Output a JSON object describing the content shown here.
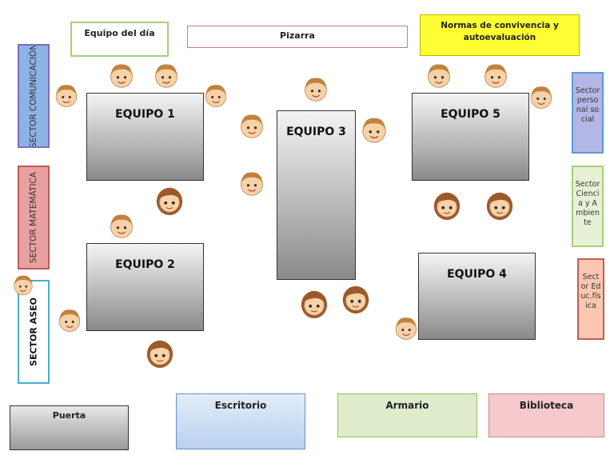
{
  "labels": {
    "equipo_dia": "Equipo del día",
    "pizarra": "Pizarra",
    "normas": "Normas de convivencia y autoevaluación",
    "puerta": "Puerta",
    "escritorio": "Escritorio",
    "armario": "Armario",
    "biblioteca": "Biblioteca"
  },
  "sectors": {
    "comunicacion": "SECTOR COMUNICACIÓN",
    "matematica": "SECTOR MATEMÁTICA",
    "aseo": "SECTOR ASEO",
    "personal_social": "Sector personal social",
    "ciencia": "Sector Ciencia y Ambiente",
    "educ_fisica": "Sector Educ.física"
  },
  "teams": {
    "t1": "EQUIPO 1",
    "t2": "EQUIPO 2",
    "t3": "EQUIPO 3",
    "t4": "EQUIPO 4",
    "t5": "EQUIPO 5"
  },
  "colors": {
    "equipo_dia_border": "#a6cf7a",
    "pizarra_border": "#c97c7c",
    "normas_fill": "#ffff33",
    "comunicacion_fill": "#8eb1e6",
    "matematica_fill": "#e9a0a0",
    "aseo_border": "#4aaed0",
    "personal_social_fill": "#b3b7e6",
    "ciencia_fill": "#e6f2d6",
    "educ_fisica_fill": "#fbc7b0",
    "escritorio_fill": "#cfe0f4",
    "armario_fill": "#dfeccc",
    "biblioteca_fill": "#f6c9cc",
    "puerta_fill": "#a6a6a6"
  }
}
